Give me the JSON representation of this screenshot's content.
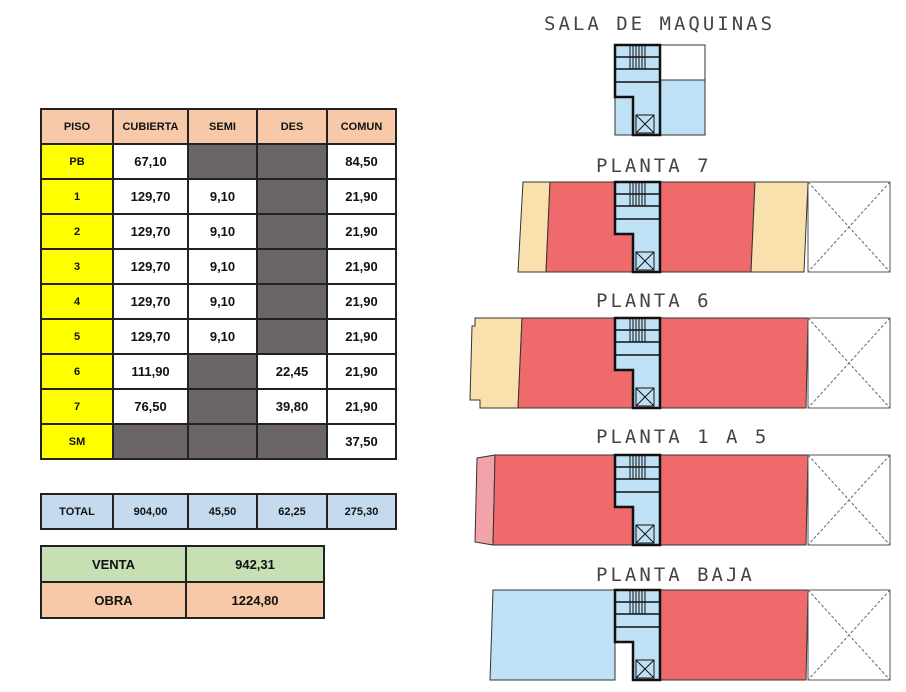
{
  "table": {
    "headers": [
      "PISO",
      "CUBIERTA",
      "SEMI",
      "DES",
      "COMUN"
    ],
    "rows": [
      [
        "PB",
        "67,10",
        "",
        "",
        "84,50"
      ],
      [
        "1",
        "129,70",
        "9,10",
        "",
        "21,90"
      ],
      [
        "2",
        "129,70",
        "9,10",
        "",
        "21,90"
      ],
      [
        "3",
        "129,70",
        "9,10",
        "",
        "21,90"
      ],
      [
        "4",
        "129,70",
        "9,10",
        "",
        "21,90"
      ],
      [
        "5",
        "129,70",
        "9,10",
        "",
        "21,90"
      ],
      [
        "6",
        "111,90",
        "",
        "22,45",
        "21,90"
      ],
      [
        "7",
        "76,50",
        "",
        "39,80",
        "21,90"
      ],
      [
        "SM",
        "",
        "",
        "",
        "37,50"
      ]
    ],
    "total": [
      "TOTAL",
      "904,00",
      "45,50",
      "62,25",
      "275,30"
    ]
  },
  "summary": {
    "venta_label": "VENTA",
    "venta_value": "942,31",
    "obra_label": "OBRA",
    "obra_value": "1224,80"
  },
  "plans": {
    "sala": "SALA DE MAQUINAS",
    "p7": "PLANTA 7",
    "p6": "PLANTA 6",
    "p15": "PLANTA 1 A 5",
    "pb": "PLANTA BAJA"
  },
  "colors": {
    "cubierta": "#ef6b6b",
    "semi": "#f9e1ad",
    "comun": "#bfe1f6",
    "pink": "#f2a3aa"
  }
}
